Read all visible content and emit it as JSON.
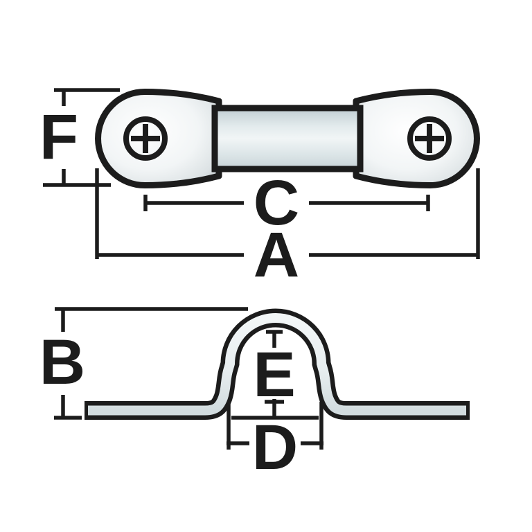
{
  "colors": {
    "ink": "#1c1c1c",
    "metal_highlight": "#f4f7f8",
    "metal_mid": "#dfe8ea",
    "metal_shadow": "#c3cfd3"
  },
  "top_view": {
    "labels": {
      "f": "F",
      "c": "C",
      "a": "A"
    }
  },
  "side_view": {
    "labels": {
      "b": "B",
      "e": "E",
      "d": "D"
    }
  }
}
